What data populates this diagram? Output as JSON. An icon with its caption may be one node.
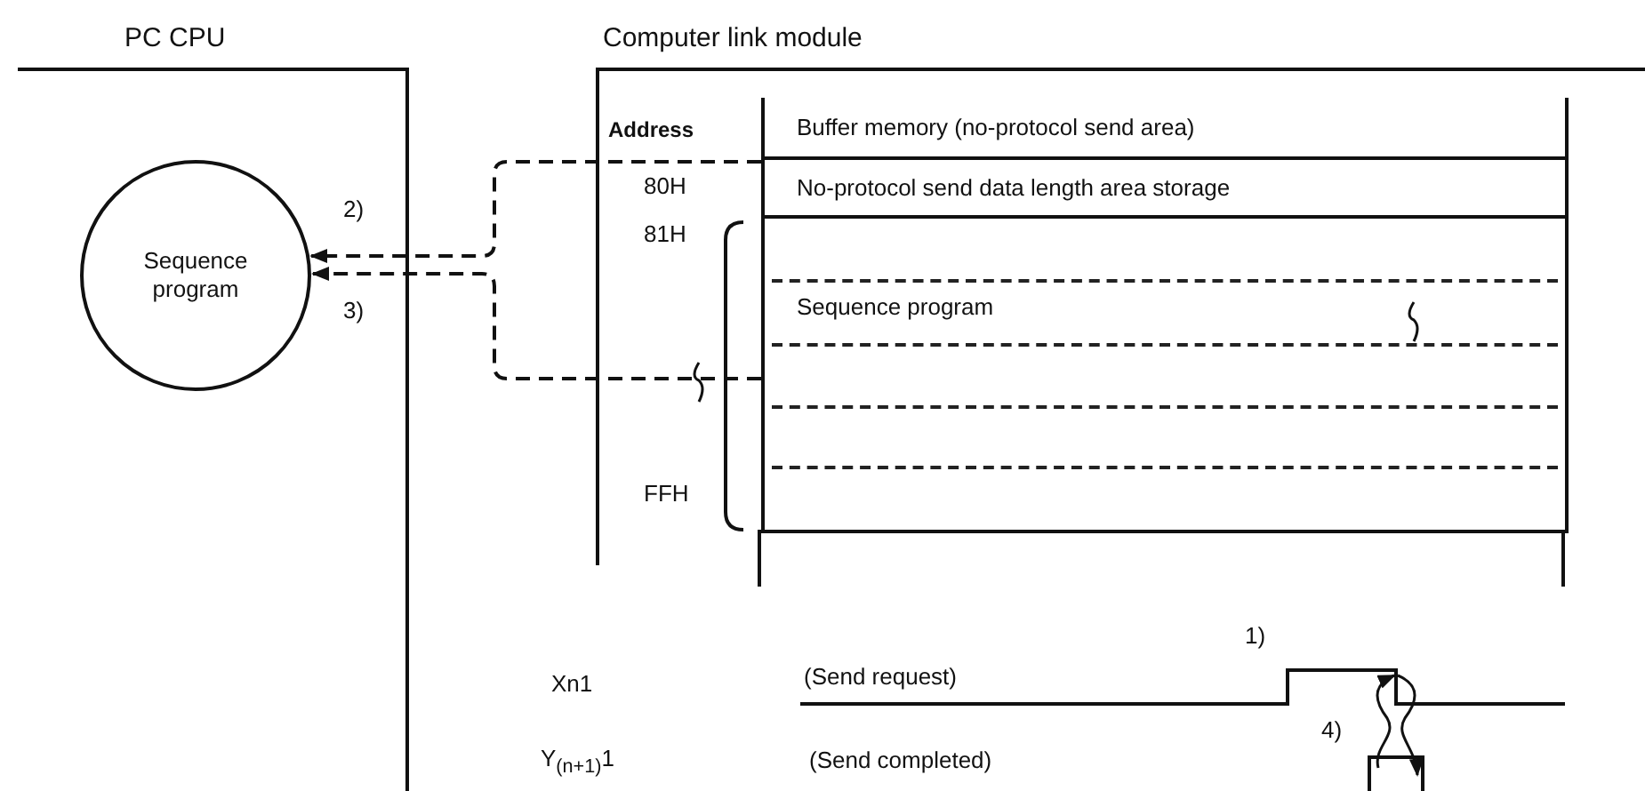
{
  "diagram": {
    "nodes": [
      {
        "text": [
          "PC CPU"
        ]
      },
      {
        "text": [
          "Sequence program"
        ],
        "in": 0
      },
      {
        "text": [
          "Computer link module"
        ]
      },
      {
        "text": [
          "Buffer memory (no-protocol send area)"
        ],
        "in": 2
      },
      {
        "text": [
          "No-protocol send data length area storage"
        ],
        "in": 2
      },
      {
        "text": [
          "Sequence program"
        ],
        "in": 2
      }
    ],
    "edges": [
      {
        "from": 4,
        "to": 1,
        "arrow": "to",
        "style": "dashed"
      },
      {
        "from": 5,
        "to": 1,
        "arrow": "to",
        "style": "dashed"
      }
    ],
    "labels": [
      "Address",
      "80H",
      "81H",
      "FFH",
      "2)",
      "3)",
      "1)",
      "Xn1",
      "(Send request)",
      "4)",
      "Y$_{(n+1)}$1",
      "(Send completed)"
    ]
  }
}
